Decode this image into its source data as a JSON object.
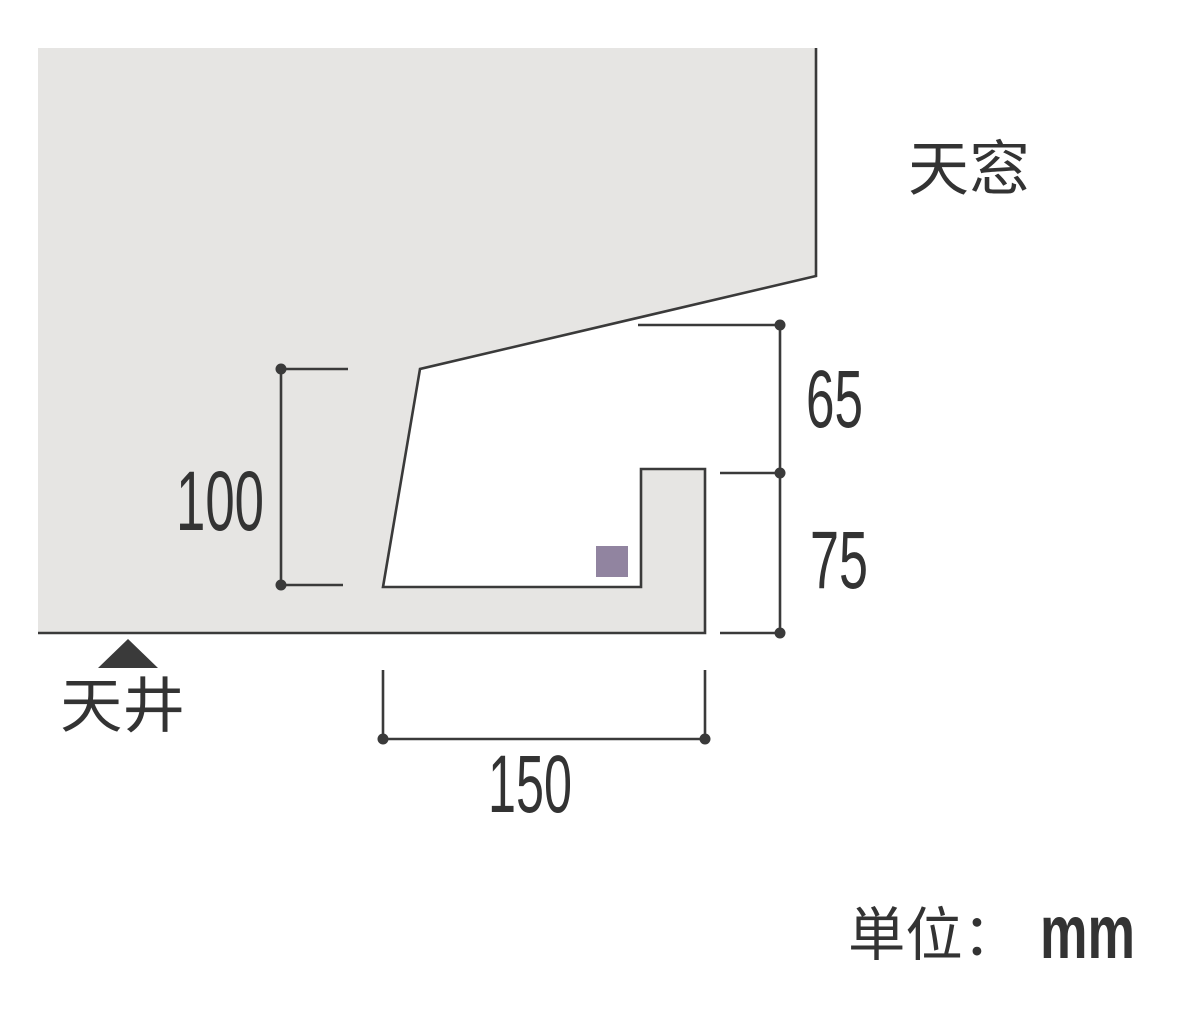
{
  "diagram": {
    "labels": {
      "skylight": "天窓",
      "ceiling": "天井"
    },
    "dimensions": {
      "left": "100",
      "right_upper": "65",
      "right_lower": "75",
      "bottom": "150"
    },
    "unit": {
      "label": "単位：",
      "value": "mm"
    },
    "icons": {
      "ceiling_marker": "triangle-up"
    },
    "colors": {
      "background": "#ffffff",
      "section_fill": "#e6e5e3",
      "line": "#3a3a3a",
      "text": "#333333",
      "marker": "#9184a0"
    }
  }
}
